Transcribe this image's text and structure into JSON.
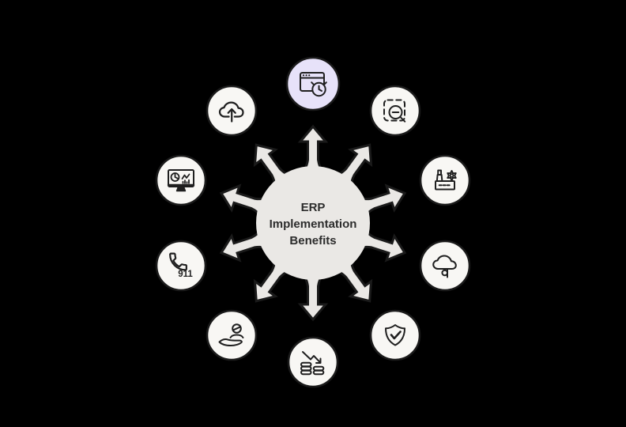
{
  "palette": {
    "background": "#000000",
    "hub_fill": "#eae8e5",
    "node_fill": "#f8f7f4",
    "accent_node_fill": "#e7e2f9",
    "outline": "#1a1a1a",
    "icon_stroke": "#1f1f1f",
    "text_color": "#2c2c2c"
  },
  "hub": {
    "title_lines": [
      "ERP",
      "Implementation",
      "Benefits"
    ]
  },
  "spokes": {
    "count": 10
  },
  "nodes": [
    {
      "icon": "app-window-clock-icon",
      "fill": "#e7e2f9"
    },
    {
      "icon": "zoom-out-selection-icon",
      "fill": "#f8f7f4"
    },
    {
      "icon": "factory-gear-icon",
      "fill": "#f8f7f4"
    },
    {
      "icon": "cloud-key-icon",
      "fill": "#f8f7f4"
    },
    {
      "icon": "shield-check-icon",
      "fill": "#f8f7f4"
    },
    {
      "icon": "coins-decline-arrow-icon",
      "fill": "#f8f7f4"
    },
    {
      "icon": "hand-person-icon",
      "fill": "#f8f7f4"
    },
    {
      "icon": "phone-handset-icon",
      "fill": "#f8f7f4",
      "label": "911"
    },
    {
      "icon": "dashboard-monitor-icon",
      "fill": "#f8f7f4"
    },
    {
      "icon": "cloud-upload-icon",
      "fill": "#f8f7f4"
    }
  ]
}
